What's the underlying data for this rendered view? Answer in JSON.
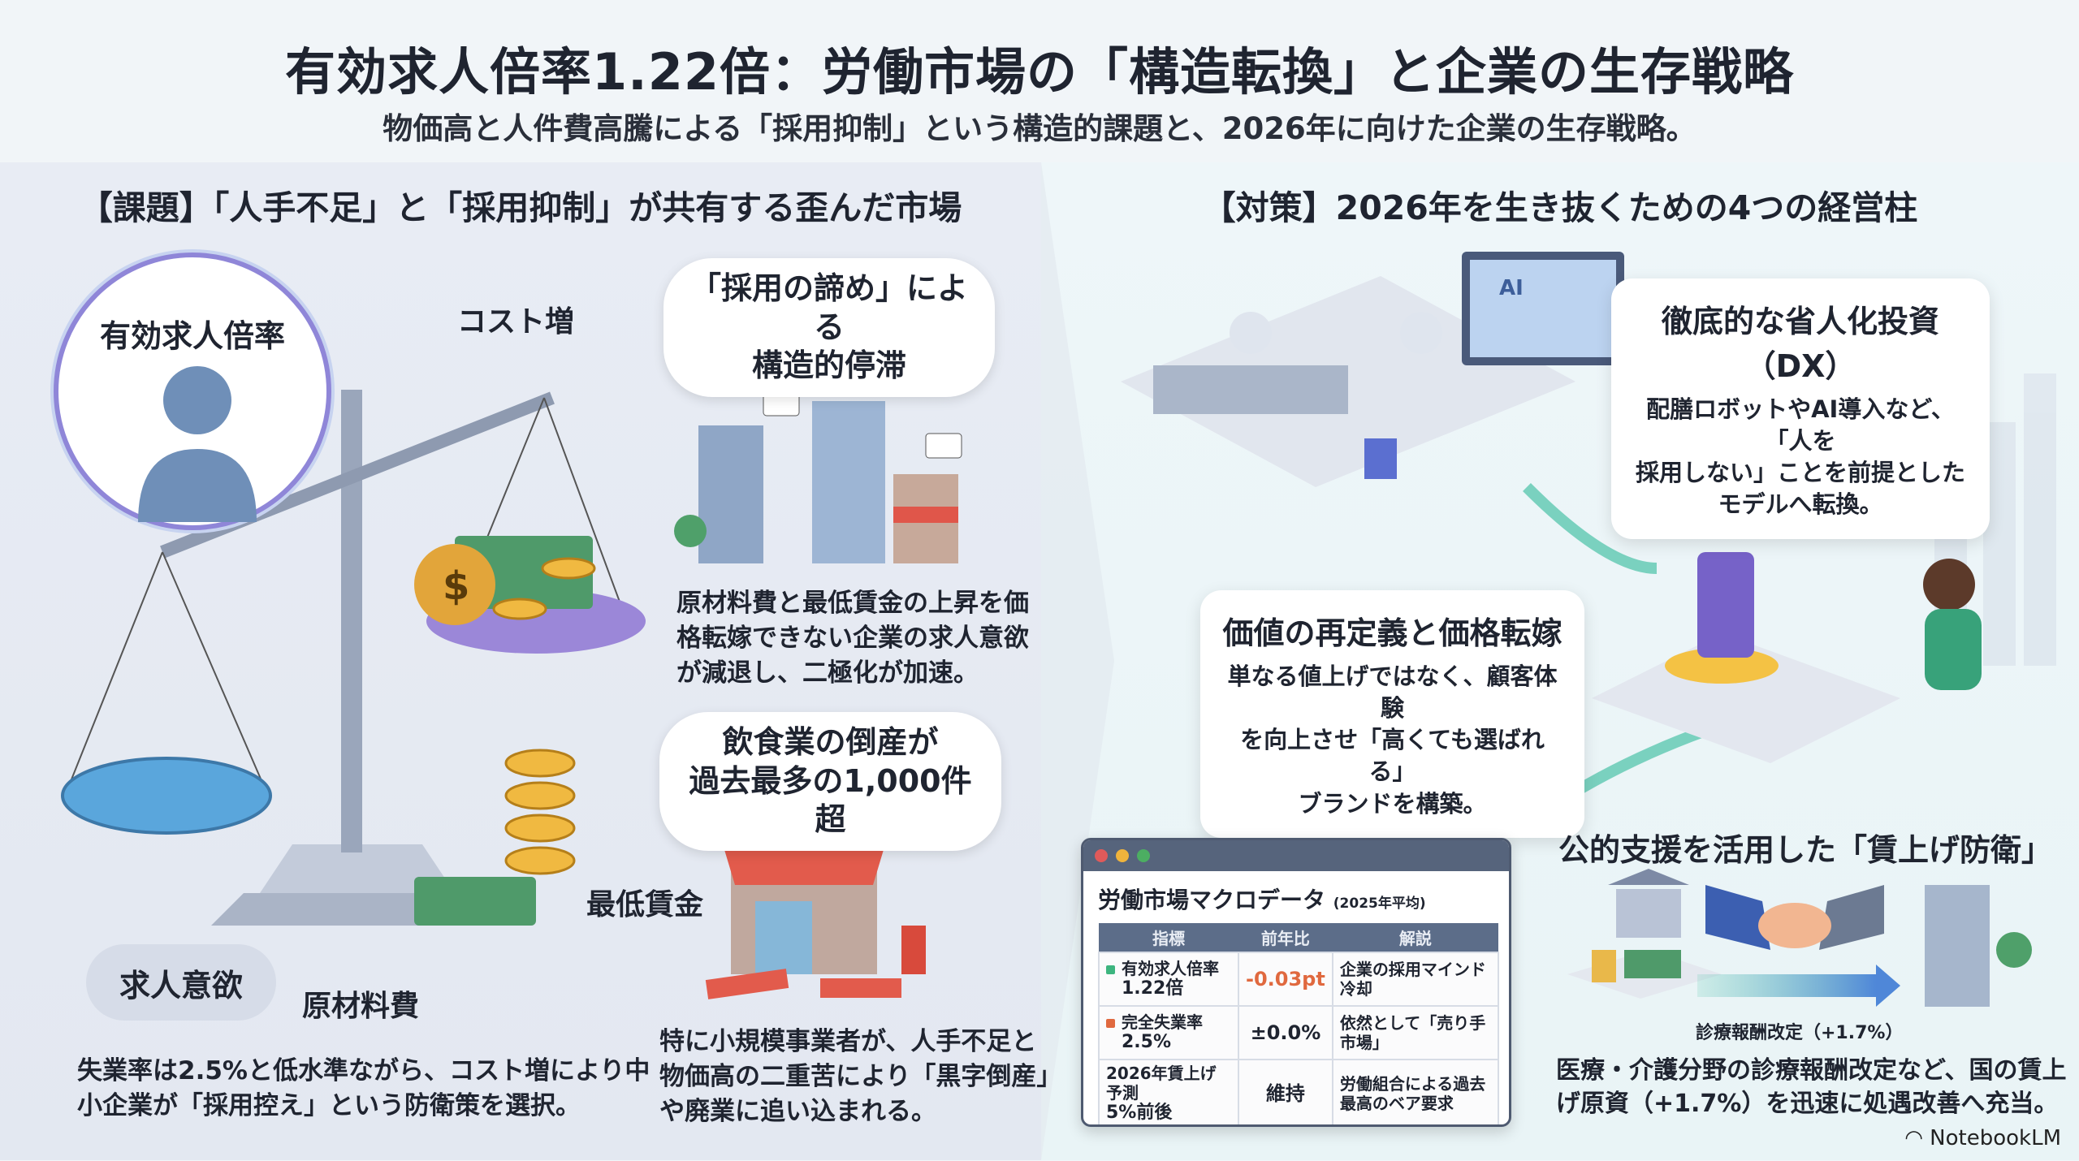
{
  "header": {
    "title": "有効求人倍率1.22倍：労働市場の「構造転換」と企業の生存戦略",
    "subtitle": "物価高と人件費高騰による「採用抑制」という構造的課題と、2026年に向けた企業の生存戦略。"
  },
  "left": {
    "heading": "【課題】「人手不足」と「採用抑制」が共有する歪んだ市場",
    "avatar_label": "有効求人倍率",
    "cost_label": "コスト増",
    "min_wage_label": "最低賃金",
    "materials_label": "原材料費",
    "hiring_label": "求人意欲",
    "bubble1": [
      "「採用の諦め」による",
      "構造的停滞"
    ],
    "para1": [
      "原材料費と最低賃金の上昇を価",
      "格転嫁できない企業の求人意欲",
      "が減退し、二極化が加速。"
    ],
    "bubble2": [
      "飲食業の倒産が",
      "過去最多の1,000件超"
    ],
    "para2": [
      "特に小規模事業者が、人手不足と",
      "物価高の二重苦により「黒字倒産」",
      "や廃業に追い込まれる。"
    ],
    "bottom": [
      "失業率は2.5%と低水準ながら、コスト増により中",
      "小企業が「採用控え」という防衛策を選択。"
    ]
  },
  "right": {
    "heading": "【対策】2026年を生き抜くための4つの経営柱",
    "dx": {
      "title": "徹底的な省人化投資（DX）",
      "body": [
        "配膳ロボットやAI導入など、「人を",
        "採用しない」ことを前提とした",
        "モデルへ転換。"
      ]
    },
    "value": {
      "title": "価値の再定義と価格転嫁",
      "body": [
        "単なる値上げではなく、顧客体験",
        "を向上させ「高くても選ばれる」",
        "ブランドを構築。"
      ]
    },
    "support": {
      "title": "公的支援を活用した「賃上げ防衛」",
      "arrow_label": "診療報酬改定（+1.7%）",
      "body": [
        "医療・介護分野の診療報酬改定など、国の賃上",
        "げ原資（+1.7%）を迅速に処遇改善へ充当。"
      ]
    },
    "ai_sign": "AI"
  },
  "table": {
    "title": "労働市場マクロデータ",
    "period": "(2025年平均)",
    "headers": [
      "指標",
      "前年比",
      "解説"
    ],
    "rows": [
      {
        "indicator": "有効求人倍率",
        "value": "1.22倍",
        "change": "-0.03pt",
        "note": "企業の採用マインド冷却",
        "color": "#3db57f",
        "change_color": "#e0693f"
      },
      {
        "indicator": "完全失業率",
        "value": "2.5%",
        "change": "±0.0%",
        "note": "依然として「売り手市場」",
        "color": "#e0693f",
        "change_color": "#1f2430"
      },
      {
        "indicator": "2026年賃上げ予測",
        "value": "5%前後",
        "change": "維持",
        "note": "労働組合による過去最高のベア要求",
        "color": "",
        "change_color": "#1f2430"
      }
    ]
  },
  "footer": {
    "brand": "NotebookLM"
  }
}
